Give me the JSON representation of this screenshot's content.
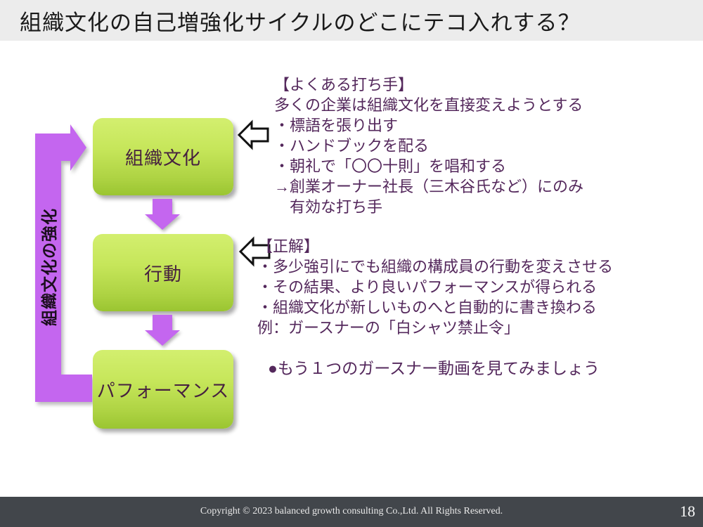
{
  "slide": {
    "title": "組織文化の自己増強化サイクルのどこにテコ入れする？",
    "footer_copyright": "Copyright © 2023 balanced growth consulting Co.,Ltd. All Rights Reserved.",
    "page_number": "18"
  },
  "diagram": {
    "cycle_label": "組織文化の強化",
    "boxes": [
      {
        "label": "組織文化"
      },
      {
        "label": "行動"
      },
      {
        "label": "パフォーマンス"
      }
    ]
  },
  "annotations": {
    "common": {
      "heading": "【よくある打ち手】",
      "lines": [
        "多くの企業は組織文化を直接変えようとする",
        "・標語を張り出す",
        "・ハンドブックを配る",
        "・朝礼で「〇〇十則」を唱和する",
        "→創業オーナー社長（三木谷氏など）にのみ",
        "　有効な打ち手"
      ]
    },
    "correct": {
      "heading": "【正解】",
      "lines": [
        "・多少強引にでも組織の構成員の行動を変えさせる",
        "・その結果、より良いパフォーマンスが得られる",
        "・組織文化が新しいものへと自動的に書き換わる",
        "例：ガースナーの「白シャツ禁止令」"
      ]
    },
    "cta": "●もう１つのガースナー動画を見てみましょう"
  },
  "colors": {
    "accent_purple": "#c466ef",
    "node_green_top": "#d3ef6f",
    "node_green_bottom": "#9ac531",
    "node_text": "#46203f",
    "body_text_purple": "#54285c",
    "title_bar_bg": "#ececec",
    "title_text": "#1a1a1a",
    "footer_bg": "#42464b",
    "footer_text": "#e9e9e9"
  }
}
